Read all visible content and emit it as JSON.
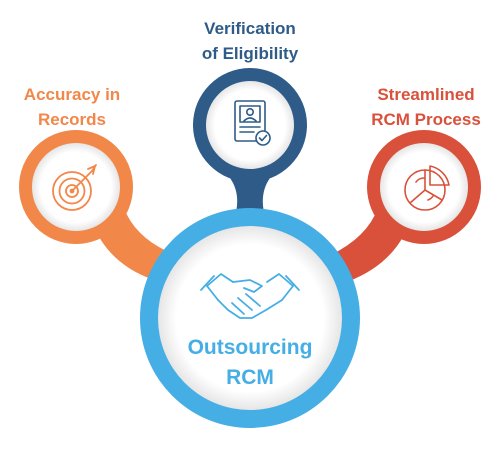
{
  "diagram": {
    "center": {
      "line1": "Outsourcing",
      "line2": "RCM",
      "color": "#45aee5",
      "icon": "handshake-icon"
    },
    "nodes": [
      {
        "id": "eligibility",
        "line1": "Verification",
        "line2": "of Eligibility",
        "color": "#2e5b87",
        "icon": "document-check-icon"
      },
      {
        "id": "accuracy",
        "line1": "Accuracy in",
        "line2": "Records",
        "color": "#f2874a",
        "icon": "target-arrow-icon"
      },
      {
        "id": "streamlined",
        "line1": "Streamlined",
        "line2": "RCM Process",
        "color": "#d9513b",
        "icon": "pie-chart-icon"
      }
    ]
  }
}
